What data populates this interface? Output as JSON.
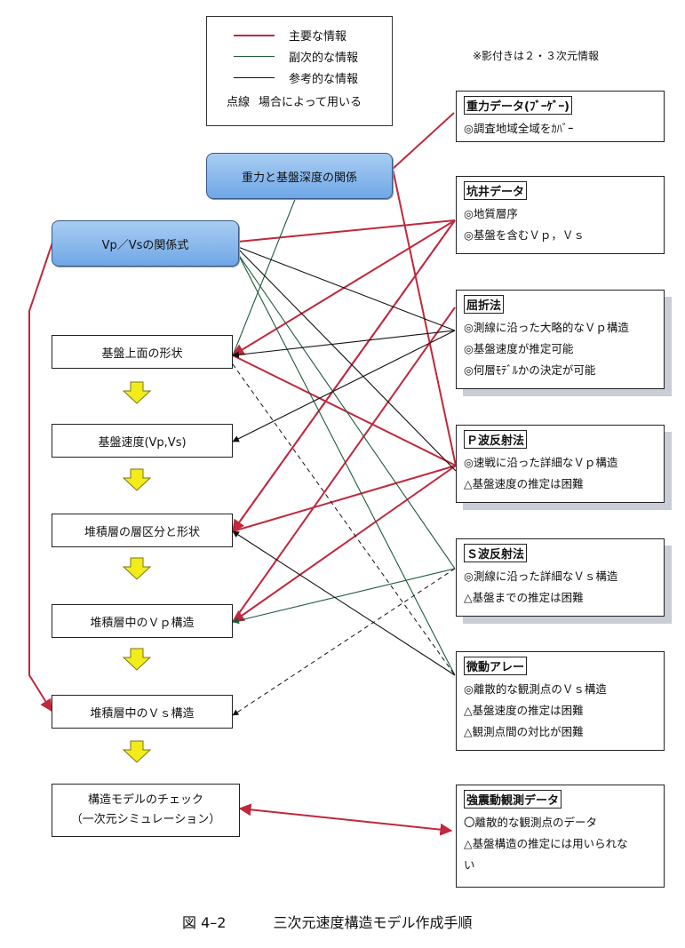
{
  "legend": {
    "main": "主要な情報",
    "secondary": "副次的な情報",
    "reference": "参考的な情報",
    "dotted_prefix": "点線",
    "dotted": "場合によって用いる"
  },
  "note": "※影付きは２・３次元情報",
  "relations": {
    "gravity_depth": "重力と基盤深度の関係",
    "vpvs": "Vp／Vsの関係式"
  },
  "steps": {
    "s1": "基盤上面の形状",
    "s2": "基盤速度(Vp,Vs)",
    "s3": "堆積層の層区分と形状",
    "s4": "堆積層中のＶｐ構造",
    "s5": "堆積層中のＶｓ構造",
    "s6_line1": "構造モデルのチェック",
    "s6_line2": "（一次元シミュレーション）"
  },
  "sources": {
    "gravity": {
      "title": "重力データ(ﾌﾞｰｹﾞｰ)",
      "lines": [
        "◎調査地域全域をｶﾊﾞｰ"
      ]
    },
    "borehole": {
      "title": "坑井データ",
      "lines": [
        "◎地質層序",
        "◎基盤を含むＶｐ，Ｖｓ"
      ]
    },
    "refraction": {
      "title": "屈折法",
      "lines": [
        "◎測線に沿った大略的なＶｐ構造",
        "◎基盤速度が推定可能",
        "◎何層ﾓﾃﾞﾙかの決定が可能"
      ]
    },
    "p_reflection": {
      "title": "Ｐ波反射法",
      "lines": [
        "◎速戦に沿った詳細なＶｐ構造",
        "△基盤速度の推定は困難"
      ]
    },
    "s_reflection": {
      "title": "Ｓ波反射法",
      "lines": [
        "◎測線に沿った詳細なＶｓ構造",
        "△基盤までの推定は困難"
      ]
    },
    "microtremor": {
      "title": "微動アレー",
      "lines": [
        "◎離散的な観測点のＶｓ構造",
        "△基盤速度の推定は困難",
        "△観測点間の対比が困難"
      ]
    },
    "strong_motion": {
      "title": "強震動観測データ",
      "lines": [
        "〇離散的な観測点のデータ",
        "△基盤構造の推定には用いられな",
        "い"
      ]
    }
  },
  "caption": {
    "figure": "図 4–2",
    "title": "三次元速度構造モデル作成手順"
  },
  "colors": {
    "main": "#c0283c",
    "secondary": "#1d5a3a",
    "reference": "#111111",
    "arrow_fill": "#f2ec1a"
  }
}
